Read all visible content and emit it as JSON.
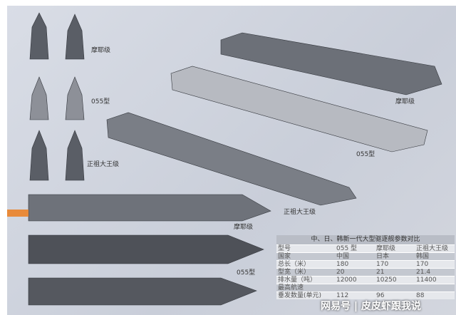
{
  "labels": {
    "maya": "摩耶级",
    "type055": "055型",
    "jeongjo": "正祖大王级"
  },
  "table": {
    "title": "中、日、韩新一代大型驱逐舰参数对比",
    "header": [
      "型号",
      "055 型",
      "摩耶级",
      "正祖大王级"
    ],
    "rows": [
      [
        "国家",
        "中国",
        "日本",
        "韩国"
      ],
      [
        "总长（米）",
        "180",
        "170",
        "170"
      ],
      [
        "型宽（米）",
        "20",
        "21",
        "21.4"
      ],
      [
        "排水量（吨）",
        "12000",
        "10250",
        "11400"
      ],
      [
        "最高航速",
        "",
        "",
        ""
      ],
      [
        "垂发数量(单元)",
        "112",
        "96",
        "88"
      ]
    ]
  },
  "watermark": "网易号 | 皮皮虾跟我说"
}
